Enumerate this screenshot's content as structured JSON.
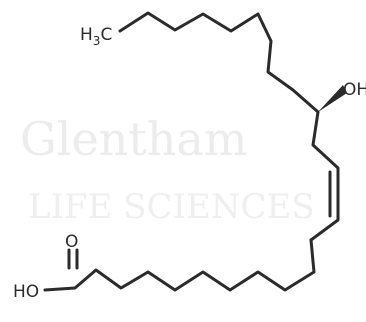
{
  "watermark": {
    "line1": "Glentham",
    "line2": "LIFE SCIENCES"
  },
  "molecule": {
    "methyl_label": "H3C",
    "hydroxyl_label": "OH",
    "carbonyl_label": "O",
    "acid_hydroxyl_label": "HO"
  }
}
